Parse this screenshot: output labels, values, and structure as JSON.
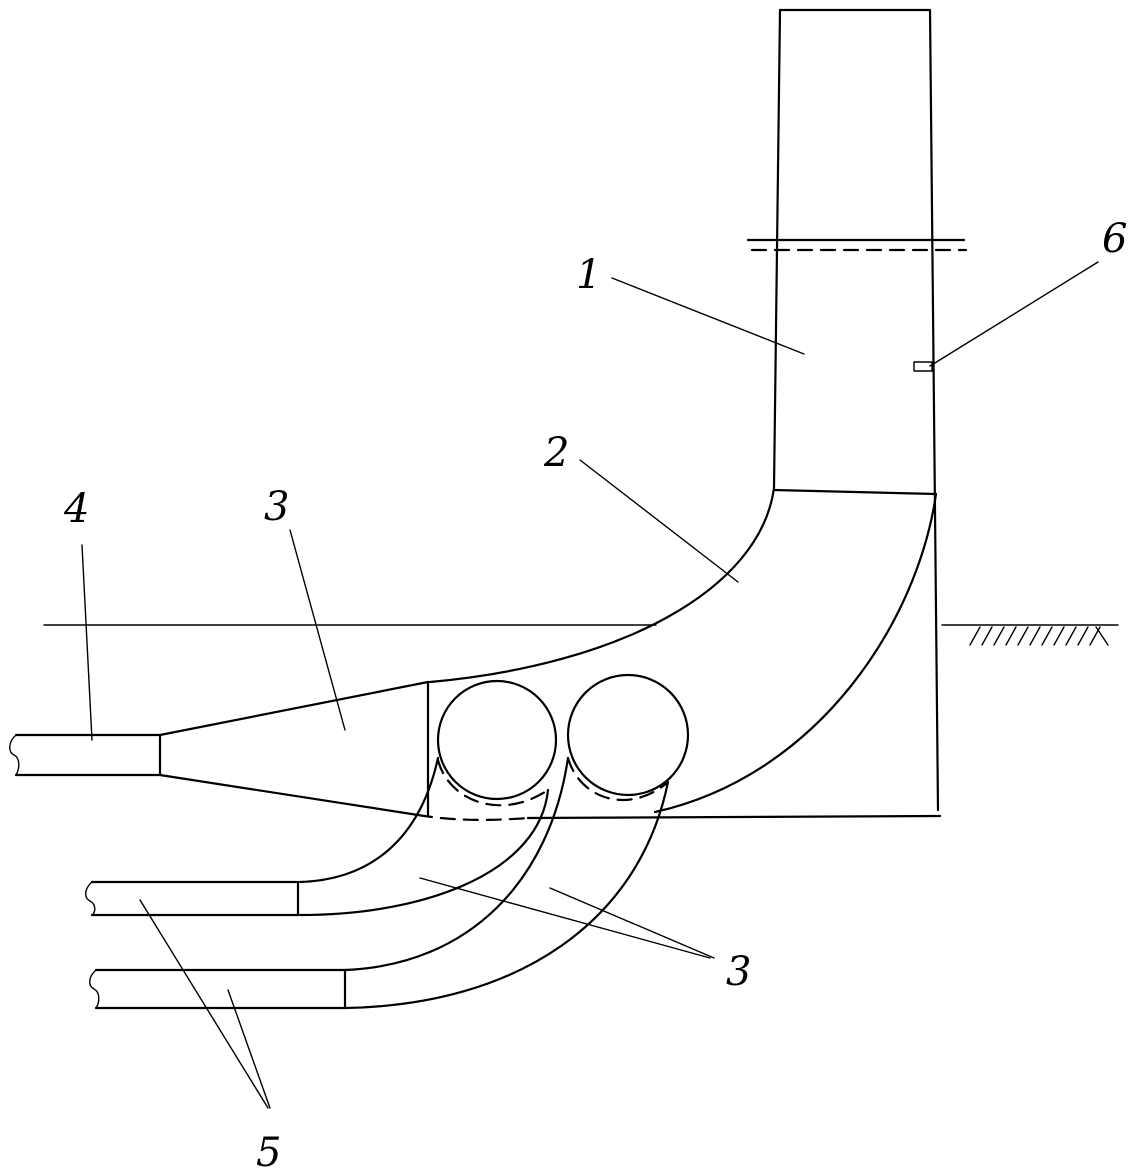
{
  "labels": {
    "l1": "1",
    "l2": "2",
    "l3_top": "3",
    "l3_bottom": "3",
    "l4": "4",
    "l5": "5",
    "l6": "6"
  },
  "colors": {
    "line": "#000000",
    "background": "#ffffff"
  }
}
